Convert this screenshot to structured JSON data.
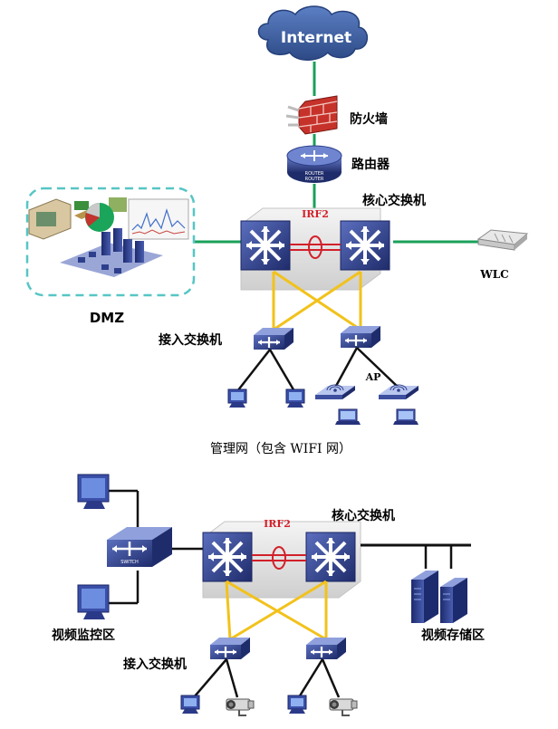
{
  "top_diagram": {
    "internet_label": "Internet",
    "firewall_label": "防火墙",
    "router_label": "路由器",
    "router_text_1": "ROUTER",
    "router_text_2": "ROUTER",
    "core_switch_label": "核心交换机",
    "irf_label": "IRF2",
    "dmz_label": "DMZ",
    "wlc_label": "WLC",
    "access_switch_label": "接入交换机",
    "ap_label": "AP",
    "caption": "管理网（包含 WIFI 网）"
  },
  "bottom_diagram": {
    "core_switch_label": "核心交换机",
    "irf_label": "IRF2",
    "switch_text": "SWITCH",
    "video_monitor_label": "视频监控区",
    "video_storage_label": "视频存储区",
    "access_switch_label": "接入交换机"
  },
  "colors": {
    "green_link": "#1aa05a",
    "yellow_link": "#f2c21b",
    "irf_red": "#d2202a",
    "cloud_blue": "#3d5d9e",
    "firewall_red": "#c6322a",
    "switch_blue": "#2d3f8c",
    "dmz_border": "#57c5c5"
  }
}
